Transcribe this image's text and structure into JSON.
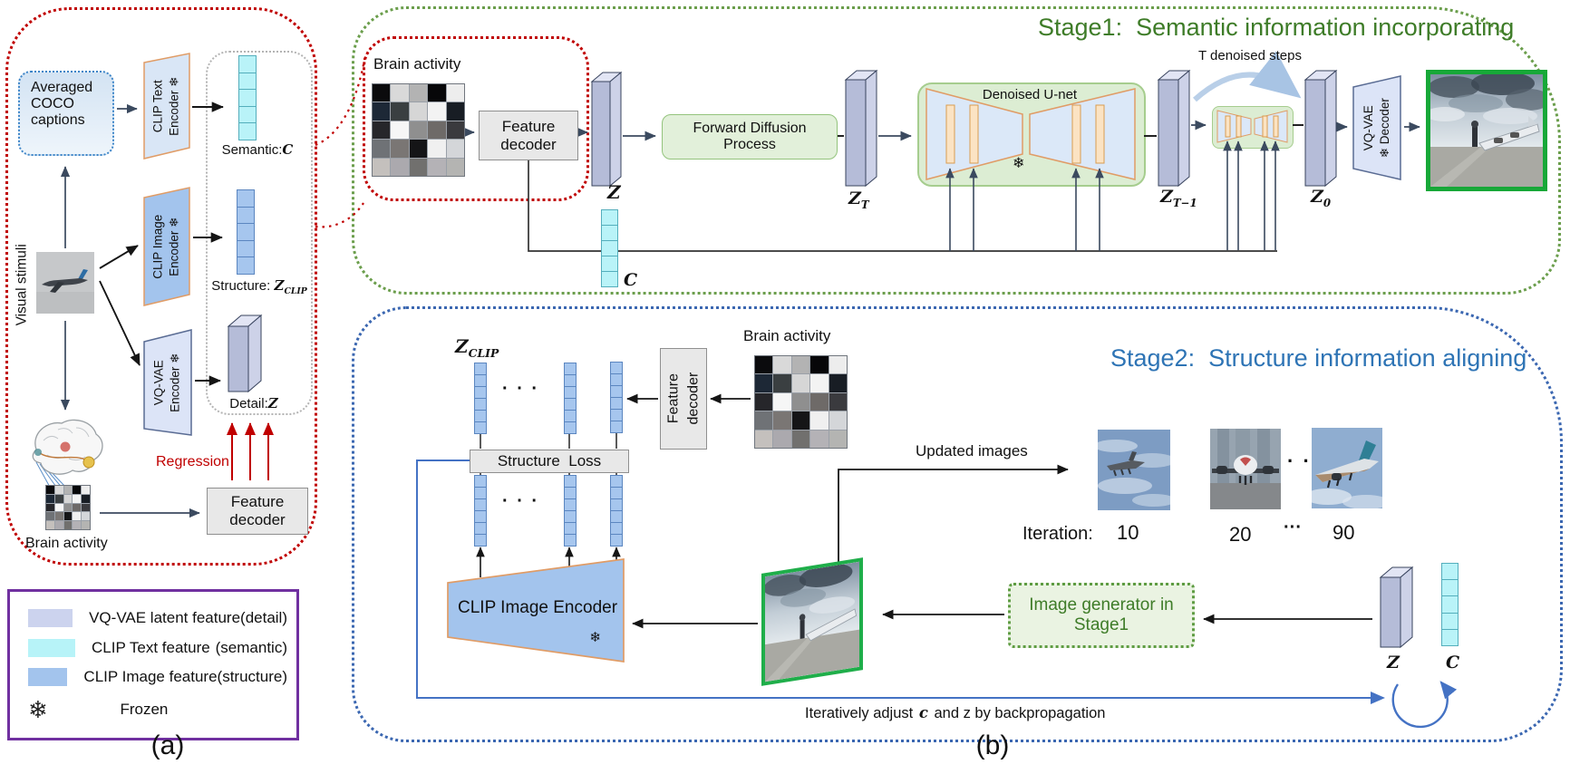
{
  "colors": {
    "accent_red": "#c00000",
    "stage1_green": "#3e7c28",
    "stage2_blue": "#2e74b5",
    "legend_purple": "#7030a0",
    "green_box_fill": "#e2f0da",
    "slab_lavender": "#b5bcd8",
    "cyan_cell": "#b9f3f8",
    "blue_cell": "#a6c6ee"
  },
  "panel_a": {
    "visual_stimuli": "Visual stimuli",
    "averaged_coco": "Averaged COCO captions",
    "clip_text_encoder_l1": "CLIP Text",
    "clip_text_encoder_l2": "Encoder ❄",
    "clip_image_encoder_l1": "CLIP Image",
    "clip_image_encoder_l2": "Encoder ❄",
    "vqvae_encoder_l1": "VQ-VAE",
    "vqvae_encoder_l2": "Encoder ❄",
    "semantic_label": "Semantic:",
    "semantic_var": "C",
    "structure_label": "Structure:",
    "structure_var": "Z",
    "structure_sub": "CLIP",
    "detail_label": "Detail:",
    "detail_var": "Z",
    "regression": "Regression",
    "feature_decoder": "Feature decoder",
    "brain_activity": "Brain activity",
    "caption": "(a)"
  },
  "legend": {
    "items": [
      {
        "swatch": "#ccd3ee",
        "label": "VQ-VAE latent feature",
        "paren": "(detail)"
      },
      {
        "swatch": "#b7f3f8",
        "label": "CLIP Text feature",
        "paren": "(semantic)"
      },
      {
        "swatch": "#a3c4ed",
        "label": "CLIP Image feature",
        "paren": "(structure)"
      }
    ],
    "frozen_icon": "❄",
    "frozen_label": "Frozen"
  },
  "stage1": {
    "title": "Stage1:  Semantic information incorporating",
    "brain_activity": "Brain activity",
    "feature_decoder": "Feature decoder",
    "z_var": "Z",
    "c_var": "C",
    "forward_diffusion": "Forward Diffusion Process",
    "zt_var": "Z",
    "zt_sub": "T",
    "denoised_unet": "Denoised U-net",
    "frozen_icon": "❄",
    "zt1_var": "Z",
    "zt1_sub": "T−1",
    "t_denoised_steps": "T denoised steps",
    "z0_var": "Z",
    "z0_sub": "0",
    "vqvae_decoder_l1": "VQ-VAE",
    "vqvae_decoder_l2": "❄ Decoder",
    "output_image": "reconstructed-airplane-scene"
  },
  "stage2": {
    "title": "Stage2:  Structure information aligning",
    "zclip_var": "Z",
    "zclip_sub": "CLIP",
    "ellipsis": "· · ·",
    "structure_loss": "Structure  Loss",
    "feature_decoder": "Feature decoder",
    "brain_activity": "Brain activity",
    "updated_images": "Updated images",
    "iteration_label": "Iteration:",
    "iterations": [
      "10",
      "20",
      "···",
      "90"
    ],
    "clip_image_encoder": "CLIP Image Encoder",
    "frozen_icon": "❄",
    "image_generator": "Image generator in Stage1",
    "backprop_pre": "Iteratively adjust",
    "backprop_c": "c",
    "backprop_post": "and z by backpropagation",
    "z_var": "Z",
    "c_var": "C",
    "caption": "(b)"
  },
  "brain_grid": [
    [
      "#0b0b0d",
      "#d9d9d9",
      "#b3b3b3",
      "#070709",
      "#ededed"
    ],
    [
      "#1d2836",
      "#3a3f41",
      "#d6d6d6",
      "#f3f3f3",
      "#181d24"
    ],
    [
      "#26262a",
      "#f6f6f6",
      "#8f8f8f",
      "#6e6a68",
      "#3a3a3e"
    ],
    [
      "#6f7276",
      "#7a7674",
      "#151517",
      "#f0f0f0",
      "#d4d6d9"
    ],
    [
      "#c4c0bd",
      "#aba9ae",
      "#71706e",
      "#b4b2b6",
      "#b4b4b2"
    ]
  ]
}
